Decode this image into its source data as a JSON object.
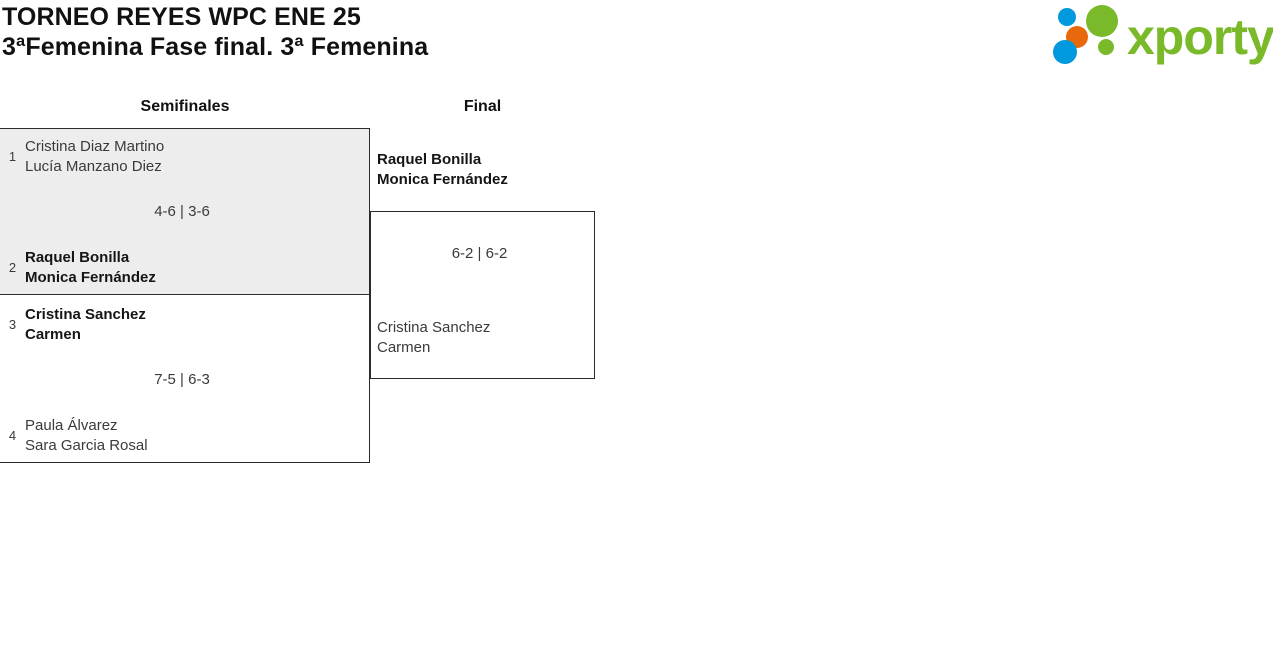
{
  "header": {
    "title_line1": "TORNEO REYES WPC ENE 25",
    "title_line2": "3ªFemenina Fase final. 3ª Femenina",
    "logo_text": "xporty",
    "logo_colors": {
      "green": "#7ab929",
      "blue": "#0099dd",
      "orange": "#e8690b"
    }
  },
  "bracket": {
    "rounds": [
      {
        "name": "Semifinales"
      },
      {
        "name": "Final"
      }
    ],
    "semifinals": [
      {
        "score": "4-6 | 3-6",
        "top": {
          "seed": "1",
          "player1": "Cristina Diaz Martino",
          "player2": "Lucía Manzano Diez",
          "winner": false
        },
        "bottom": {
          "seed": "2",
          "player1": "Raquel Bonilla",
          "player2": "Monica Fernández",
          "winner": true
        }
      },
      {
        "score": "7-5 | 6-3",
        "top": {
          "seed": "3",
          "player1": "Cristina Sanchez",
          "player2": "Carmen",
          "winner": true
        },
        "bottom": {
          "seed": "4",
          "player1": "Paula Álvarez",
          "player2": "Sara Garcia Rosal",
          "winner": false
        }
      }
    ],
    "final": {
      "score": "6-2 | 6-2",
      "top": {
        "player1": "Raquel Bonilla",
        "player2": "Monica Fernández",
        "winner": true
      },
      "bottom": {
        "player1": "Cristina Sanchez",
        "player2": "Carmen",
        "winner": false
      }
    }
  }
}
